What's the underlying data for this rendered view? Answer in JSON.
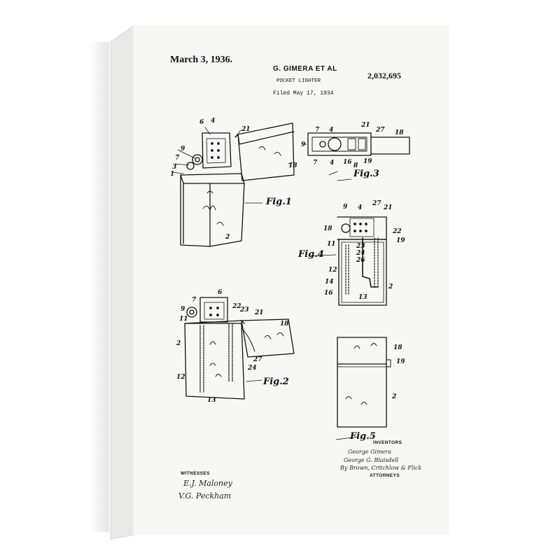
{
  "patent": {
    "date": "March 3, 1936.",
    "inventor_header": "G. GIMERA ET AL",
    "title": "POCKET LIGHTER",
    "filed": "Filed May 17, 1934",
    "number": "2,032,695"
  },
  "figures": {
    "fig1": "Fig.1",
    "fig2": "Fig.2",
    "fig3": "Fig.3",
    "fig4": "Fig.4",
    "fig5": "Fig.5"
  },
  "labels": {
    "inventors": "INVENTORS",
    "witnesses": "WITNESSES",
    "attorneys": "ATTORNEYS"
  },
  "signatures": {
    "inventor1": "George Gimera",
    "inventor2": "George G. Blaisdell",
    "attorney": "By Brown, Critchlow & Flick",
    "witness1": "E.J. Maloney",
    "witness2": "V.G. Peckham"
  },
  "reference_numerals": {
    "fig1": [
      "6",
      "4",
      "21",
      "9",
      "7",
      "3",
      "1",
      "18",
      "2"
    ],
    "fig3": [
      "7",
      "4",
      "21",
      "27",
      "18",
      "9",
      "7",
      "4",
      "16",
      "8",
      "19"
    ],
    "fig4": [
      "9",
      "4",
      "27",
      "21",
      "18",
      "22",
      "11",
      "19",
      "23",
      "24",
      "26",
      "12",
      "14",
      "16",
      "13",
      "2"
    ],
    "fig2": [
      "7",
      "6",
      "22",
      "23",
      "21",
      "9",
      "11",
      "18",
      "2",
      "27",
      "24",
      "12",
      "13"
    ],
    "fig5": [
      "18",
      "19",
      "2"
    ]
  },
  "colors": {
    "ink": "#111111",
    "canvas": "#f7f7f5",
    "edge": "#e9e9e6"
  }
}
